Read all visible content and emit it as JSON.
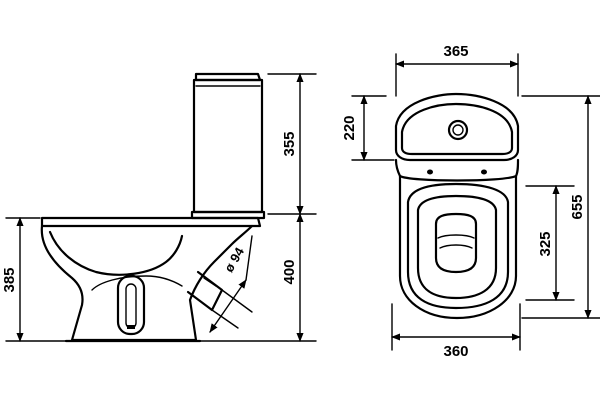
{
  "drawing": {
    "side_view": {
      "tank_height": "355",
      "bowl_height": "400",
      "seat_height": "385",
      "outlet_diameter": "ø 94"
    },
    "top_view": {
      "tank_width": "365",
      "tank_depth": "220",
      "bowl_width": "360",
      "bowl_opening": "325",
      "total_length": "655"
    }
  }
}
